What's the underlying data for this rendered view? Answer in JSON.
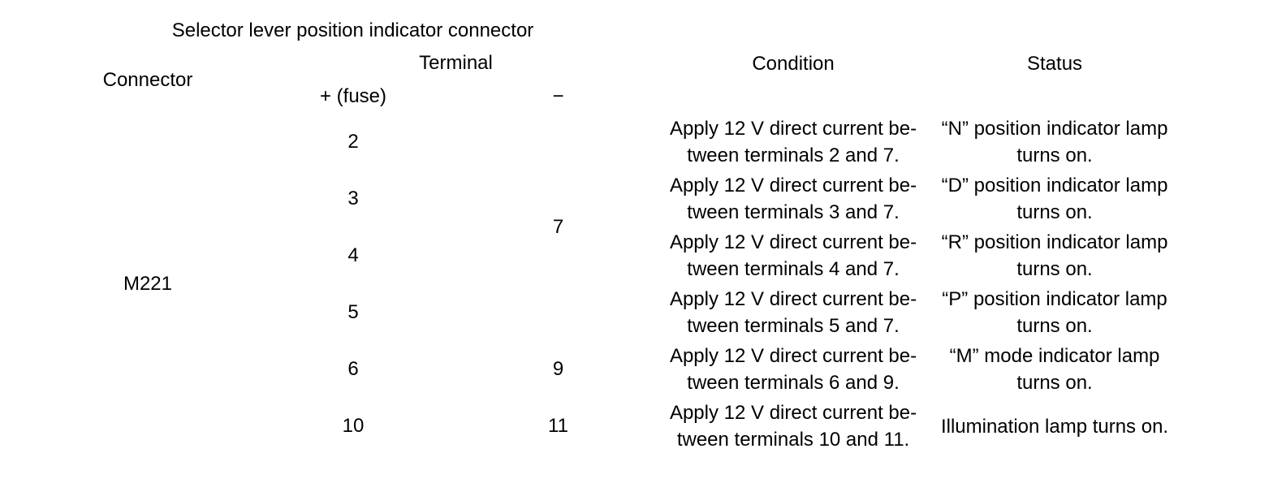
{
  "table": {
    "header": {
      "group_title": "Selector lever position indicator connector",
      "connector": "Connector",
      "terminal": "Terminal",
      "terminal_plus": "+ (fuse)",
      "terminal_minus": "−",
      "condition": "Condition",
      "status": "Status"
    },
    "connector_value": "M221",
    "shared_minus": "7",
    "rows": [
      {
        "plus": "2",
        "condition_lines": [
          "Apply 12 V direct current be-",
          "tween terminals 2 and 7."
        ],
        "status_lines": [
          "“N” position indicator lamp",
          "turns on."
        ]
      },
      {
        "plus": "3",
        "condition_lines": [
          "Apply 12 V direct current be-",
          "tween terminals 3 and 7."
        ],
        "status_lines": [
          "“D” position indicator lamp",
          "turns on."
        ]
      },
      {
        "plus": "4",
        "condition_lines": [
          "Apply 12 V direct current be-",
          "tween terminals 4 and 7."
        ],
        "status_lines": [
          "“R” position indicator lamp",
          "turns on."
        ]
      },
      {
        "plus": "5",
        "condition_lines": [
          "Apply 12 V direct current be-",
          "tween terminals 5 and 7."
        ],
        "status_lines": [
          "“P” position indicator lamp",
          "turns on."
        ]
      },
      {
        "plus": "6",
        "minus": "9",
        "condition_lines": [
          "Apply 12 V direct current be-",
          "tween terminals 6 and 9."
        ],
        "status_lines": [
          "“M” mode indicator lamp",
          "turns on."
        ]
      },
      {
        "plus": "10",
        "minus": "11",
        "condition_lines": [
          "Apply 12 V direct current be-",
          "tween terminals 10 and 11."
        ],
        "status_lines": [
          "Illumination lamp turns on."
        ]
      }
    ]
  },
  "colors": {
    "text": "#000000",
    "line": "#000000",
    "background": "#ffffff"
  }
}
